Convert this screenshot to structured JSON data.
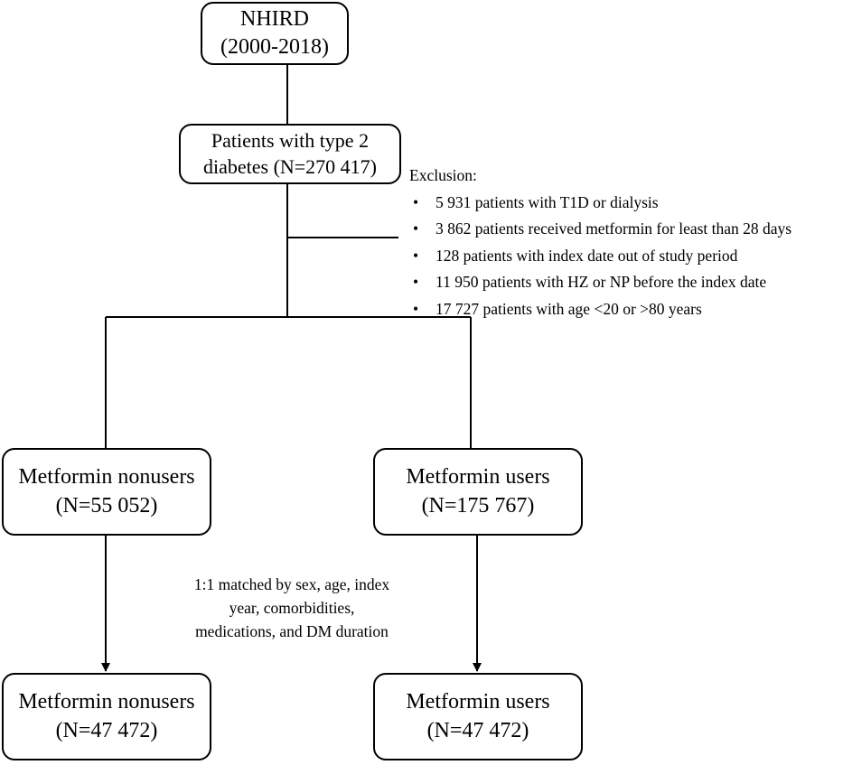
{
  "boxes": {
    "nhird": [
      "NHIRD",
      "(2000-2018)"
    ],
    "type2": [
      "Patients with type 2",
      "diabetes (N=270 417)"
    ],
    "nonusers_pre": [
      "Metformin nonusers",
      "(N=55 052)"
    ],
    "users_pre": [
      "Metformin users",
      "(N=175 767)"
    ],
    "nonusers_post": [
      "Metformin nonusers",
      "(N=47 472)"
    ],
    "users_post": [
      "Metformin users",
      "(N=47 472)"
    ]
  },
  "exclusion": {
    "title": "Exclusion:",
    "items": [
      "5 931 patients with T1D or dialysis",
      "3 862 patients received metformin for least than 28 days",
      "128 patients with index date out of study period",
      "11 950 patients with HZ or NP before the index date",
      "17 727 patients with age <20 or >80 years"
    ]
  },
  "matching": [
    "1:1 matched by sex, age, index",
    "year, comorbidities,",
    "medications, and DM duration"
  ]
}
